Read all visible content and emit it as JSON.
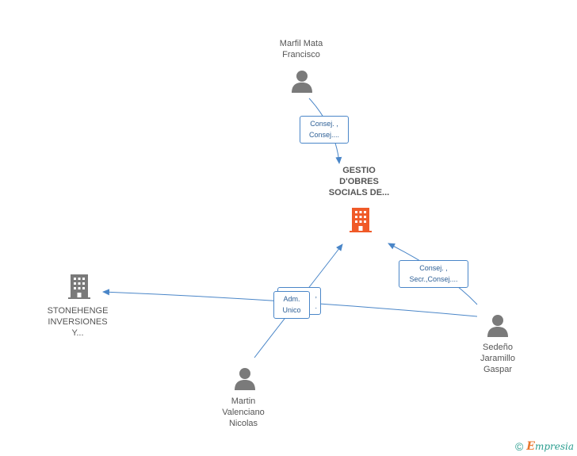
{
  "nodes": {
    "gestio": {
      "lines": [
        "GESTIO",
        "D'OBRES",
        "SOCIALS DE..."
      ],
      "type": "company-main",
      "icon": "building-icon",
      "color": "#f05a28"
    },
    "stonehenge": {
      "lines": [
        "STONEHENGE",
        "INVERSIONES",
        "Y..."
      ],
      "type": "company",
      "icon": "building-icon",
      "color": "#7a7a7a"
    },
    "marfil": {
      "lines": [
        "Marfil Mata",
        "Francisco"
      ],
      "type": "person",
      "icon": "person-icon",
      "color": "#7a7a7a"
    },
    "sedeno": {
      "lines": [
        "Sedeño",
        "Jaramillo",
        "Gaspar"
      ],
      "type": "person",
      "icon": "person-icon",
      "color": "#7a7a7a"
    },
    "martin": {
      "lines": [
        "Martin",
        "Valenciano",
        "Nicolas"
      ],
      "type": "person",
      "icon": "person-icon",
      "color": "#7a7a7a"
    }
  },
  "edges": {
    "marfil_gestio": {
      "lines": [
        "Consej. ,",
        "Consej...."
      ]
    },
    "sedeno_gestio": {
      "lines": [
        "Consej. ,",
        "Secr.,Consej...."
      ]
    },
    "martin_front": {
      "lines": [
        "Adm.",
        "Unico"
      ]
    },
    "martin_back": {
      "lines": [
        ",",
        "."
      ]
    }
  },
  "footer": {
    "copyright_symbol": "©",
    "brand_initial": "E",
    "brand_rest": "mpresia"
  },
  "colors": {
    "edge": "#4a86c8",
    "main_company": "#f05a28",
    "secondary": "#7a7a7a"
  }
}
